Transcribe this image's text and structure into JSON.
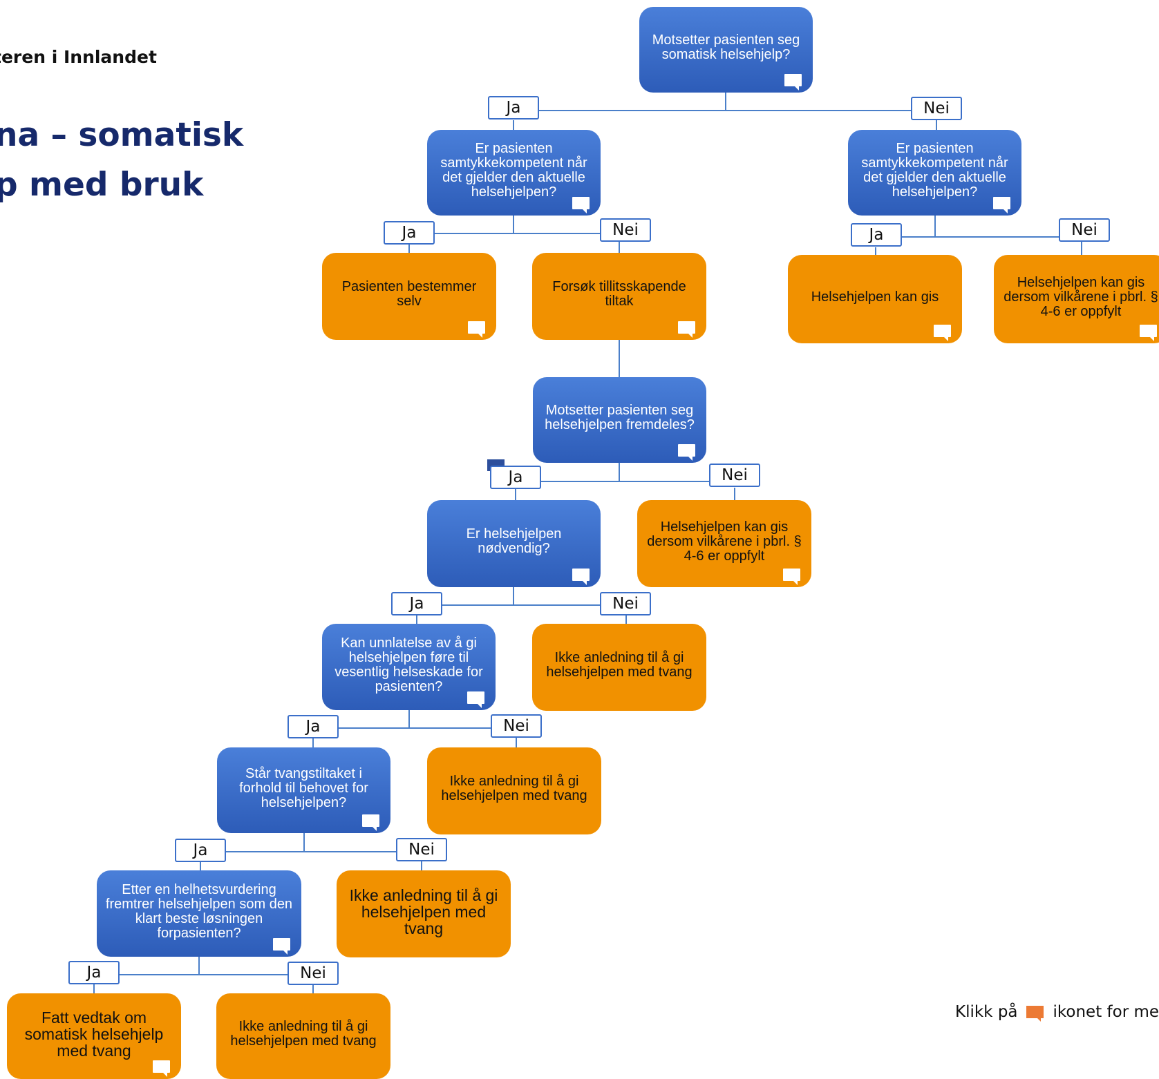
{
  "header": {
    "org": "teren i Innlandet",
    "title_line1": "na – somatisk",
    "title_line2": "p med bruk"
  },
  "colors": {
    "question": "#3a6cc9",
    "outcome": "#f19100",
    "connector": "#4a7fc9",
    "info_icon": "#ec7a34"
  },
  "labels": {
    "yes": "Ja",
    "no": "Nei"
  },
  "nodes": {
    "q1": "Motsetter pasienten seg somatisk helsehjelp?",
    "q2a": "Er pasienten samtykkekompetent når det gjelder den aktuelle helsehjelpen?",
    "q2b": "Er pasienten samtykkekompetent når det gjelder den aktuelle helsehjelpen?",
    "o_selv": "Pasienten bestemmer selv",
    "o_tillit": "Forsøk tillitsskapende tiltak",
    "o_kangis1": "Helsehjelpen kan gis",
    "o_vilkar1": "Helsehjelpen kan gis dersom vilkårene i pbrl. § 4-6 er oppfylt",
    "q3": "Motsetter pasienten seg helsehjelpen fremdeles?",
    "q4": "Er helsehjelpen nødvendig?",
    "o_vilkar2": "Helsehjelpen kan gis dersom vilkårene i pbrl. § 4-6 er oppfylt",
    "q5": "Kan unnlatelse av å gi helsehjelpen føre til vesentlig helseskade for pasienten?",
    "o_ikke1": "Ikke anledning til å gi helsehjelpen med tvang",
    "q6": "Står tvangstiltaket i forhold til behovet for helsehjelpen?",
    "o_ikke2": "Ikke anledning til å gi helsehjelpen med tvang",
    "q7": "Etter en helhetsvurdering fremtrer helsehjelpen som den klart beste løsningen forpasienten?",
    "o_ikke3": "Ikke anledning til å gi helsehjelpen med tvang",
    "o_vedtak": "Fatt vedtak om somatisk helsehjelp med tvang",
    "o_ikke4": "Ikke anledning til å gi helsehjelpen med tvang"
  },
  "footer": {
    "prefix": "Klikk på",
    "suffix": "ikonet for mer"
  }
}
